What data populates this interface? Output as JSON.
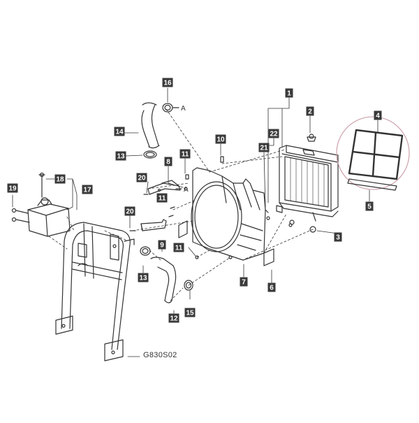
{
  "diagram": {
    "reference_code": "G830S02",
    "connector_marker": "A",
    "colors": {
      "label_bg": "#3a3a3a",
      "label_text": "#ffffff",
      "line": "#333333",
      "highlight_circle": "#c79aa2"
    },
    "callouts": [
      {
        "id": "c1",
        "text": "1"
      },
      {
        "id": "c2",
        "text": "2"
      },
      {
        "id": "c3",
        "text": "3"
      },
      {
        "id": "c4",
        "text": "4"
      },
      {
        "id": "c5",
        "text": "5"
      },
      {
        "id": "c6",
        "text": "6"
      },
      {
        "id": "c7",
        "text": "7"
      },
      {
        "id": "c8",
        "text": "8"
      },
      {
        "id": "c9",
        "text": "9"
      },
      {
        "id": "c10",
        "text": "10"
      },
      {
        "id": "c11a",
        "text": "11"
      },
      {
        "id": "c11b",
        "text": "11"
      },
      {
        "id": "c11c",
        "text": "11"
      },
      {
        "id": "c12",
        "text": "12"
      },
      {
        "id": "c13a",
        "text": "13"
      },
      {
        "id": "c13b",
        "text": "13"
      },
      {
        "id": "c14",
        "text": "14"
      },
      {
        "id": "c15",
        "text": "15"
      },
      {
        "id": "c16",
        "text": "16"
      },
      {
        "id": "c17",
        "text": "17"
      },
      {
        "id": "c18",
        "text": "18"
      },
      {
        "id": "c19",
        "text": "19"
      },
      {
        "id": "c20a",
        "text": "20"
      },
      {
        "id": "c20b",
        "text": "20"
      },
      {
        "id": "c21",
        "text": "21"
      },
      {
        "id": "c22",
        "text": "22"
      }
    ]
  }
}
